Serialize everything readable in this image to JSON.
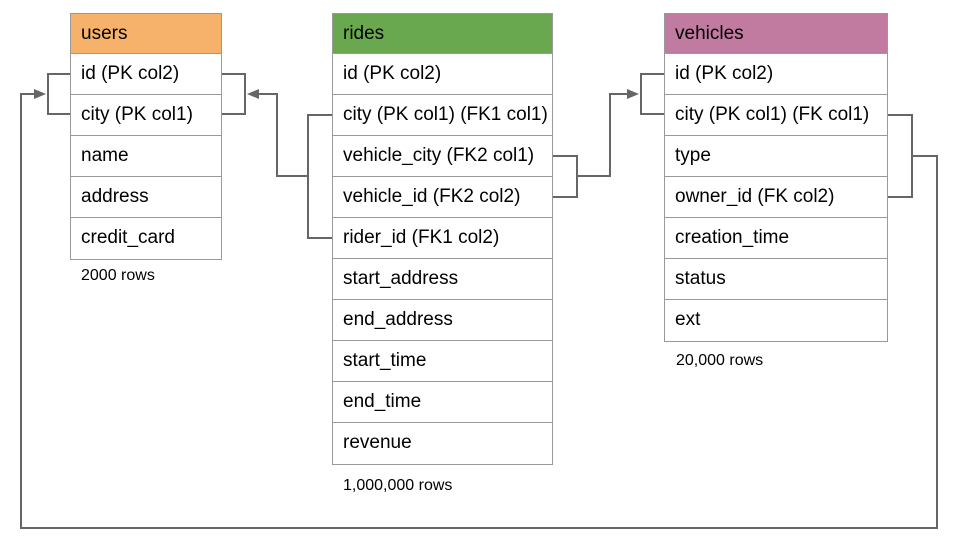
{
  "colors": {
    "users_header": "#f6b26b",
    "rides_header": "#6aa84f",
    "vehicles_header": "#c27ba0",
    "connector_line": "#666666",
    "table_border": "#999999",
    "text": "#000000",
    "background": "#ffffff"
  },
  "tables": {
    "users": {
      "title": "users",
      "rows": [
        "id (PK col2)",
        "city (PK col1)",
        "name",
        "address",
        "credit_card"
      ],
      "caption": "2000 rows"
    },
    "rides": {
      "title": "rides",
      "rows": [
        "id (PK col2)",
        "city (PK col1) (FK1 col1)",
        "vehicle_city (FK2 col1)",
        "vehicle_id (FK2 col2)",
        "rider_id (FK1 col2)",
        "start_address",
        "end_address",
        "start_time",
        "end_time",
        "revenue"
      ],
      "caption": "1,000,000 rows"
    },
    "vehicles": {
      "title": "vehicles",
      "rows": [
        "id (PK col2)",
        "city (PK col1) (FK col1)",
        "type",
        "owner_id (FK col2)",
        "creation_time",
        "status",
        "ext"
      ],
      "caption": "20,000 rows"
    }
  },
  "relations": [
    {
      "name": "rides-to-users",
      "from": "rides (city, rider_id)",
      "to": "users (id, city)"
    },
    {
      "name": "rides-to-vehicles",
      "from": "rides (vehicle_city, vehicle_id)",
      "to": "vehicles (id, city)"
    },
    {
      "name": "vehicles-to-users",
      "from": "vehicles (city, owner_id)",
      "to": "users (id, city)"
    }
  ]
}
